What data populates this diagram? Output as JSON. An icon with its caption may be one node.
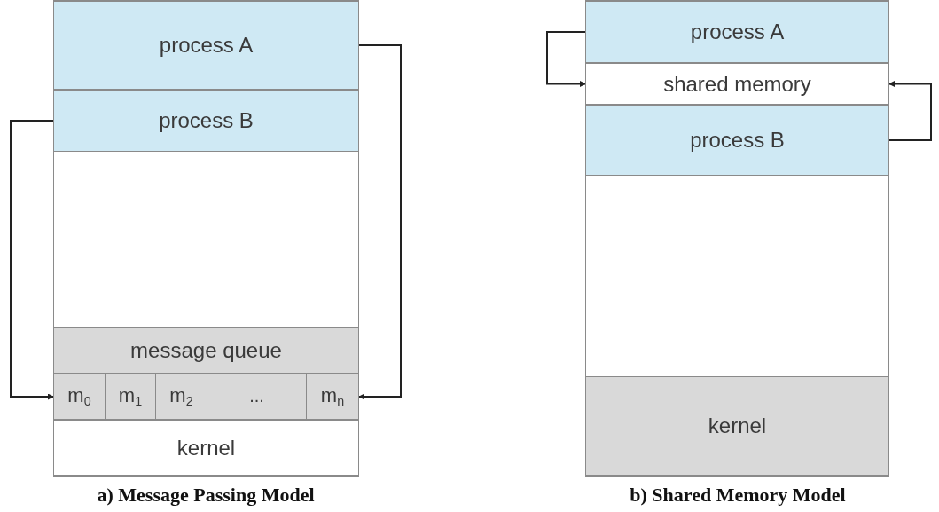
{
  "diagram": {
    "nodes": [
      {
        "text": [],
        "shape": "box"
      },
      {
        "text": [
          "process A"
        ],
        "in": 0
      },
      {
        "text": [
          "process B"
        ],
        "in": 0
      },
      {
        "text": [
          "message queue"
        ],
        "in": 0
      },
      {
        "text": [
          "m$_{0}$"
        ],
        "in": 0
      },
      {
        "text": [
          "m$_{1}$"
        ],
        "in": 0
      },
      {
        "text": [
          "m$_{2}$"
        ],
        "in": 0
      },
      {
        "text": [
          "..."
        ],
        "in": 0
      },
      {
        "text": [
          "m$_{n}$"
        ],
        "in": 0
      },
      {
        "text": [
          "kernel"
        ],
        "in": 0
      },
      {
        "text": [],
        "shape": "box"
      },
      {
        "text": [
          "process A"
        ],
        "in": 10
      },
      {
        "text": [
          "shared memory"
        ],
        "in": 10
      },
      {
        "text": [
          "process B"
        ],
        "in": 10
      },
      {
        "text": [
          "kernel"
        ],
        "in": 10
      }
    ],
    "edges": [
      {
        "from": 2,
        "to": 4,
        "arrow": "to"
      },
      {
        "from": 1,
        "to": 8,
        "arrow": "to"
      },
      {
        "from": 11,
        "to": 12,
        "arrow": "to"
      },
      {
        "from": 13,
        "to": 12,
        "arrow": "to"
      }
    ],
    "labels": [
      "a) Message Passing Model",
      "b) Shared Memory Model"
    ]
  }
}
